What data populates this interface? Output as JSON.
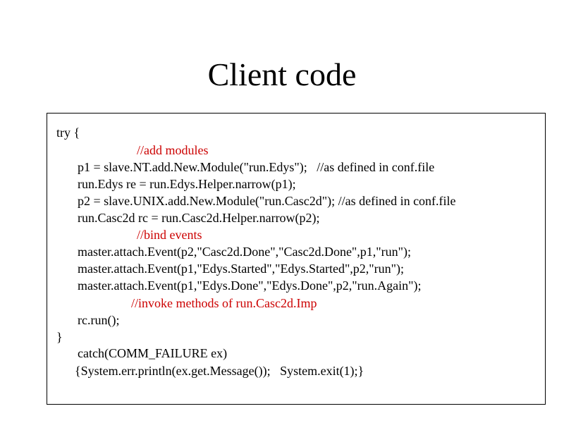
{
  "slide": {
    "title": "Client code"
  },
  "code": {
    "lines": [
      "try {",
      "//add modules",
      "p1 = slave.NT.add.New.Module(\"run.Edys\");   //as defined in conf.file",
      "run.Edys re = run.Edys.Helper.narrow(p1);",
      "p2 = slave.UNIX.add.New.Module(\"run.Casc2d\"); //as defined in conf.file",
      "run.Casc2d rc = run.Casc2d.Helper.narrow(p2);",
      "//bind events",
      "master.attach.Event(p2,\"Casc2d.Done\",\"Casc2d.Done\",p1,\"run\");",
      "master.attach.Event(p1,\"Edys.Started\",\"Edys.Started\",p2,\"run\");",
      "master.attach.Event(p1,\"Edys.Done\",\"Edys.Done\",p2,\"run.Again\");",
      "//invoke methods of run.Casc2d.Imp",
      "rc.run();",
      "}",
      "catch(COMM_FAILURE ex)",
      "{System.err.println(ex.get.Message());   System.exit(1);}"
    ],
    "comment_color": "#cc0000",
    "text_color": "#000000"
  }
}
